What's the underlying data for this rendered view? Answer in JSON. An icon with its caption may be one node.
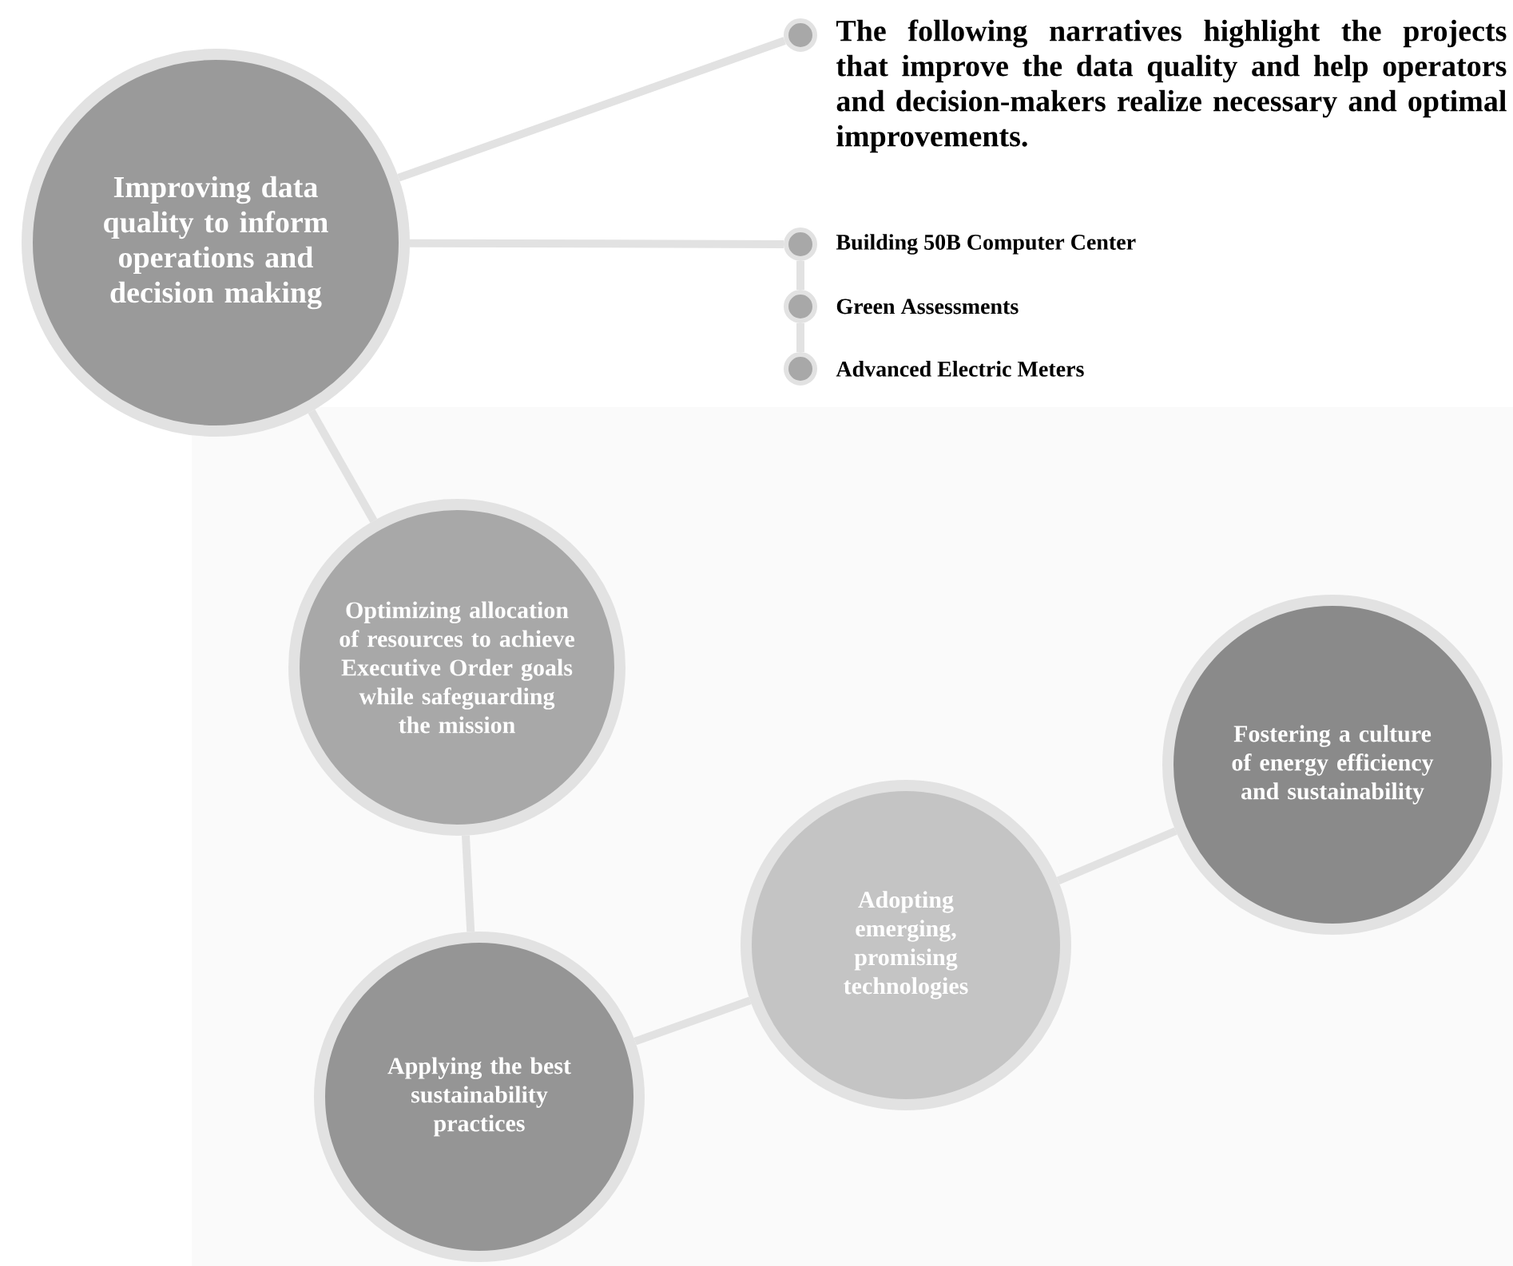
{
  "diagram": {
    "nodes": [
      {
        "text": [
          "Improving data quality to inform operations and decision making"
        ]
      },
      {
        "text": [],
        "shape": "circle",
        "beside": [
          "The following narratives highlight the projects that improve the data quality and help operators and decision-makers realize necessary and optimal improvements."
        ]
      },
      {
        "text": [],
        "shape": "circle",
        "beside": [
          "Building 50B Computer Center"
        ]
      },
      {
        "text": [],
        "shape": "circle",
        "beside": [
          "Green Assessments"
        ]
      },
      {
        "text": [],
        "shape": "circle",
        "beside": [
          "Advanced Electric Meters"
        ]
      },
      {
        "text": [
          "Optimizing allocation of resources to achieve Executive Order goals while safeguarding the mission"
        ]
      },
      {
        "text": [
          "Applying the best sustainability practices"
        ]
      },
      {
        "text": [
          "Adopting emerging, promising technologies"
        ]
      },
      {
        "text": [
          "Fostering a culture of energy efficiency and sustainability"
        ]
      }
    ],
    "edges": [
      {
        "from": 0,
        "to": 1,
        "arrow": "none"
      },
      {
        "from": 0,
        "to": 2,
        "arrow": "none"
      },
      {
        "from": 2,
        "to": 3,
        "arrow": "none"
      },
      {
        "from": 3,
        "to": 4,
        "arrow": "none"
      },
      {
        "from": 0,
        "to": 5,
        "arrow": "none"
      },
      {
        "from": 5,
        "to": 6,
        "arrow": "none"
      },
      {
        "from": 6,
        "to": 7,
        "arrow": "none"
      },
      {
        "from": 7,
        "to": 8,
        "arrow": "none"
      }
    ]
  }
}
